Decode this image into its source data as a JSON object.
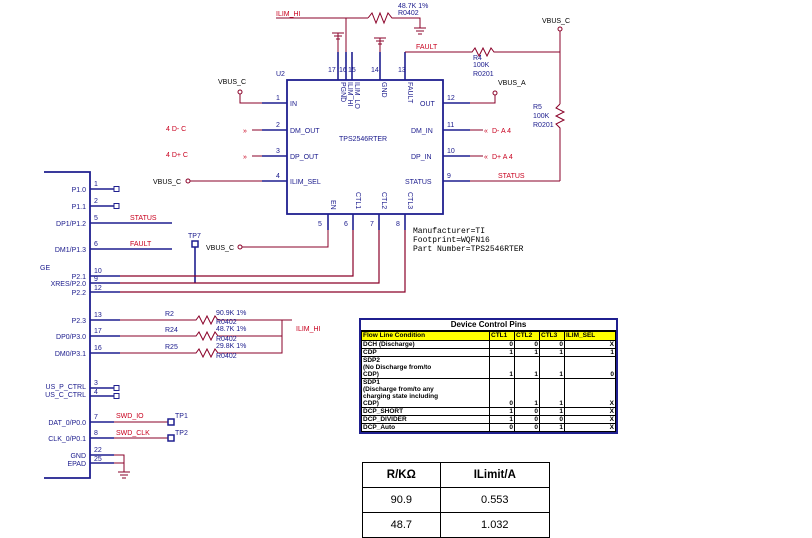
{
  "chip": {
    "ref": "U2",
    "part": "TPS2546RTER",
    "pins_left": [
      {
        "num": "1",
        "name": "IN"
      },
      {
        "num": "2",
        "name": "DM_OUT"
      },
      {
        "num": "3",
        "name": "DP_OUT"
      },
      {
        "num": "4",
        "name": "ILIM_SEL"
      }
    ],
    "pins_right": [
      {
        "num": "12",
        "name": "OUT"
      },
      {
        "num": "11",
        "name": "DM_IN"
      },
      {
        "num": "10",
        "name": "DP_IN"
      },
      {
        "num": "9",
        "name": "STATUS"
      }
    ],
    "pins_top": [
      {
        "num": "17",
        "name": "PGND"
      },
      {
        "num": "16",
        "name": "ILIM_HI"
      },
      {
        "num": "15",
        "name": "ILIM_LO"
      },
      {
        "num": "14",
        "name": "GND"
      },
      {
        "num": "13",
        "name": "FAULT"
      }
    ],
    "pins_bottom": [
      {
        "num": "5",
        "name": "EN"
      },
      {
        "num": "6",
        "name": "CTL1"
      },
      {
        "num": "7",
        "name": "CTL2"
      },
      {
        "num": "8",
        "name": "CTL3"
      }
    ],
    "attrs": [
      "Manufacturer=TI",
      "Footprint=WQFN16",
      "Part Number=TPS2546RTER"
    ]
  },
  "nets": {
    "ilim_hi_top": "ILIM_HI",
    "ilim_hi_mid": "ILIM_HI",
    "vbus_c_top": "VBUS_C",
    "vbus_c_right": "VBUS_C",
    "vbus_a": "VBUS_A",
    "fault": "FAULT",
    "status": "STATUS",
    "vbus_c_left": "VBUS_C",
    "vbus_c_mid": "VBUS_C",
    "dm_c": "4  D- C",
    "dp_c": "4  D+ C",
    "dm_a": "D- A  4",
    "dp_a": "D+ A  4",
    "mcu_status": "STATUS",
    "mcu_fault": "FAULT",
    "swd_io": "SWD_IO",
    "swd_clk": "SWD_CLK"
  },
  "resistors": {
    "top": {
      "value": "48.7K  1%",
      "pkg": "R0402"
    },
    "r4": {
      "ref": "R4",
      "value": "100K",
      "pkg": "R0201"
    },
    "r5": {
      "ref": "R5",
      "value": "100K",
      "pkg": "R0201"
    },
    "r2": {
      "ref": "R2",
      "value": "90.9K  1%",
      "pkg": "R0402"
    },
    "r24": {
      "ref": "R24",
      "value": "48.7K  1%",
      "pkg": "R0402"
    },
    "r25": {
      "ref": "R25",
      "value": "29.8K  1%",
      "pkg": "R0402"
    }
  },
  "testpoints": {
    "tp7": "TP7",
    "tp1": "TP1",
    "tp2": "TP2"
  },
  "mcu": {
    "pins": [
      {
        "num": "1",
        "name": "P1.0"
      },
      {
        "num": "2",
        "name": "P1.1"
      },
      {
        "num": "5",
        "name": "DP1/P1.2"
      },
      {
        "num": "6",
        "name": "DM1/P1.3"
      },
      {
        "num": "10",
        "name": "P2.1"
      },
      {
        "num": "9",
        "name": "XRES/P2.0"
      },
      {
        "num": "12",
        "name": "P2.2"
      },
      {
        "num": "13",
        "name": "P2.3"
      },
      {
        "num": "17",
        "name": "DP0/P3.0"
      },
      {
        "num": "16",
        "name": "DM0/P3.1"
      },
      {
        "num": "3",
        "name": "US_P_CTRL"
      },
      {
        "num": "4",
        "name": "US_C_CTRL"
      },
      {
        "num": "7",
        "name": "DAT_0/P0.0"
      },
      {
        "num": "8",
        "name": "CLK_0/P0.1"
      },
      {
        "num": "22",
        "name": "GND"
      },
      {
        "num": "25",
        "name": "EPAD"
      }
    ],
    "partial_label": "GE"
  },
  "control_table": {
    "title": "Device Control Pins",
    "headers": [
      "Flow Line Condition",
      "CTL1",
      "CTL2",
      "CTL3",
      "ILIM_SEL"
    ],
    "rows": [
      {
        "cond": "DCH (Discharge)",
        "v": [
          "0",
          "0",
          "0",
          "X"
        ]
      },
      {
        "cond": "CDP",
        "v": [
          "1",
          "1",
          "1",
          "1"
        ]
      },
      {
        "cond": "SDP2\n(No Discharge from/to\nCDP)",
        "v": [
          "1",
          "1",
          "1",
          "0"
        ]
      },
      {
        "cond": "SDP1\n(Discharge from/to any\ncharging state including\nCDP)",
        "v": [
          "0",
          "1",
          "1",
          "X"
        ]
      },
      {
        "cond": "DCP_SHORT",
        "v": [
          "1",
          "0",
          "1",
          "X"
        ]
      },
      {
        "cond": "DCP_DIVIDER",
        "v": [
          "1",
          "0",
          "0",
          "X"
        ]
      },
      {
        "cond": "DCP_Auto",
        "v": [
          "0",
          "0",
          "1",
          "X"
        ]
      }
    ]
  },
  "ilimit_table": {
    "headers": [
      "R/KΩ",
      "ILimit/A"
    ],
    "rows": [
      [
        "90.9",
        "0.553"
      ],
      [
        "48.7",
        "1.032"
      ]
    ]
  }
}
